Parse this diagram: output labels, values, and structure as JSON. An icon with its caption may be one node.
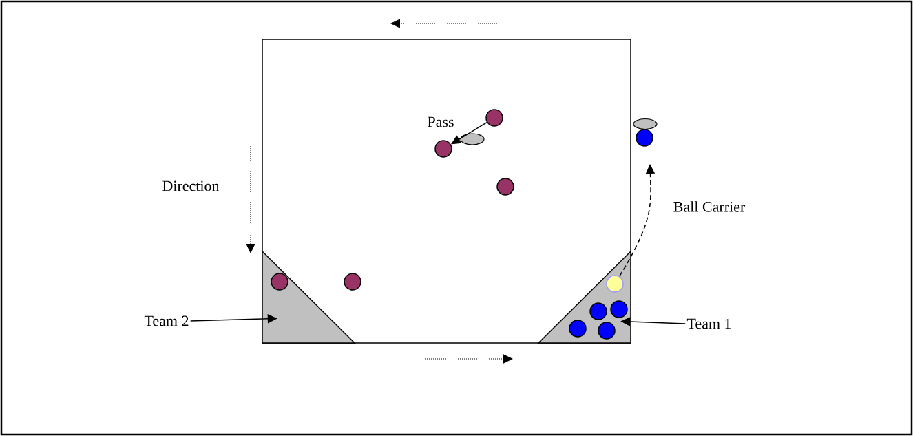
{
  "diagram": {
    "nodes": [
      {
        "text": [],
        "shape": "circle"
      },
      {
        "text": [],
        "shape": "circle"
      },
      {
        "text": [],
        "shape": "circle"
      },
      {
        "text": [],
        "shape": "circle"
      },
      {
        "text": [],
        "shape": "triangle"
      },
      {
        "text": [],
        "shape": "circle",
        "in": 4
      },
      {
        "text": [],
        "shape": "circle"
      },
      {
        "text": [],
        "shape": "triangle"
      },
      {
        "text": [],
        "shape": "circle",
        "in": 7
      },
      {
        "text": [],
        "shape": "circle",
        "in": 7
      },
      {
        "text": [],
        "shape": "circle",
        "in": 7
      },
      {
        "text": [],
        "shape": "circle",
        "in": 7
      },
      {
        "text": [],
        "shape": "circle",
        "in": 7
      },
      {
        "text": [
          "Team 2"
        ]
      },
      {
        "text": [
          "Team 1"
        ]
      }
    ],
    "edges": [
      {
        "from": 0,
        "to": 1,
        "arrow": "to",
        "label": "Pass"
      },
      {
        "from": 8,
        "to": 2,
        "arrow": "to",
        "label": "Ball Carrier",
        "style": "dashed"
      },
      {
        "from": 13,
        "to": 4,
        "arrow": "to"
      },
      {
        "from": 14,
        "to": 7,
        "arrow": "to"
      }
    ],
    "labels": [
      "Direction"
    ]
  }
}
